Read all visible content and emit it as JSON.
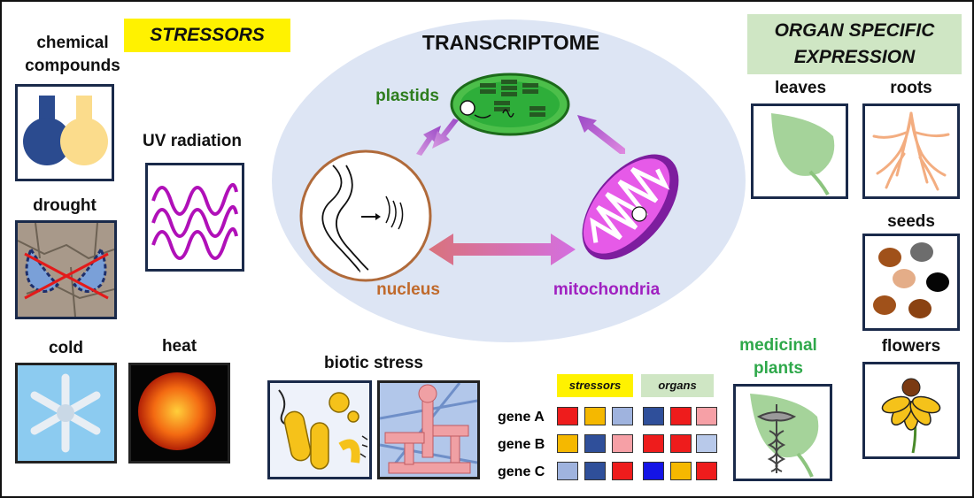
{
  "stressors": {
    "header": "STRESSORS",
    "chemical": "chemical compounds",
    "uv": "UV radiation",
    "drought": "drought",
    "cold": "cold",
    "heat": "heat",
    "biotic": "biotic stress"
  },
  "transcriptome": {
    "title": "TRANSCRIPTOME",
    "plastids": "plastids",
    "nucleus": "nucleus",
    "mitochondria": "mitochondria"
  },
  "organs": {
    "header": "ORGAN SPECIFIC EXPRESSION",
    "leaves": "leaves",
    "roots": "roots",
    "seeds": "seeds",
    "flowers": "flowers",
    "medicinal": "medicinal plants"
  },
  "heatmap": {
    "stressors_label": "stressors",
    "organs_label": "organs",
    "rows": [
      {
        "gene": "gene A",
        "colors": [
          "#ee1c1c",
          "#f5b800",
          "#9fb3de",
          "#2f4f9a",
          "#ee1c1c",
          "#f6a0a6"
        ]
      },
      {
        "gene": "gene B",
        "colors": [
          "#f5b800",
          "#2f4f9a",
          "#f6a0a6",
          "#ee1c1c",
          "#ee1c1c",
          "#b8c9ea"
        ]
      },
      {
        "gene": "gene C",
        "colors": [
          "#9fb3de",
          "#2f4f9a",
          "#ee1c1c",
          "#1414e6",
          "#f5b800",
          "#ee1c1c"
        ]
      }
    ]
  },
  "colors": {
    "stressors_bg": "#fff200",
    "organs_bg": "#cfe6c4",
    "ellipse_bg": "#dde5f4",
    "nucleus_text": "#c06a2c",
    "plastids_text": "#2e7d1e",
    "mito_text": "#a020c0",
    "medicinal_text": "#2ea84a"
  }
}
